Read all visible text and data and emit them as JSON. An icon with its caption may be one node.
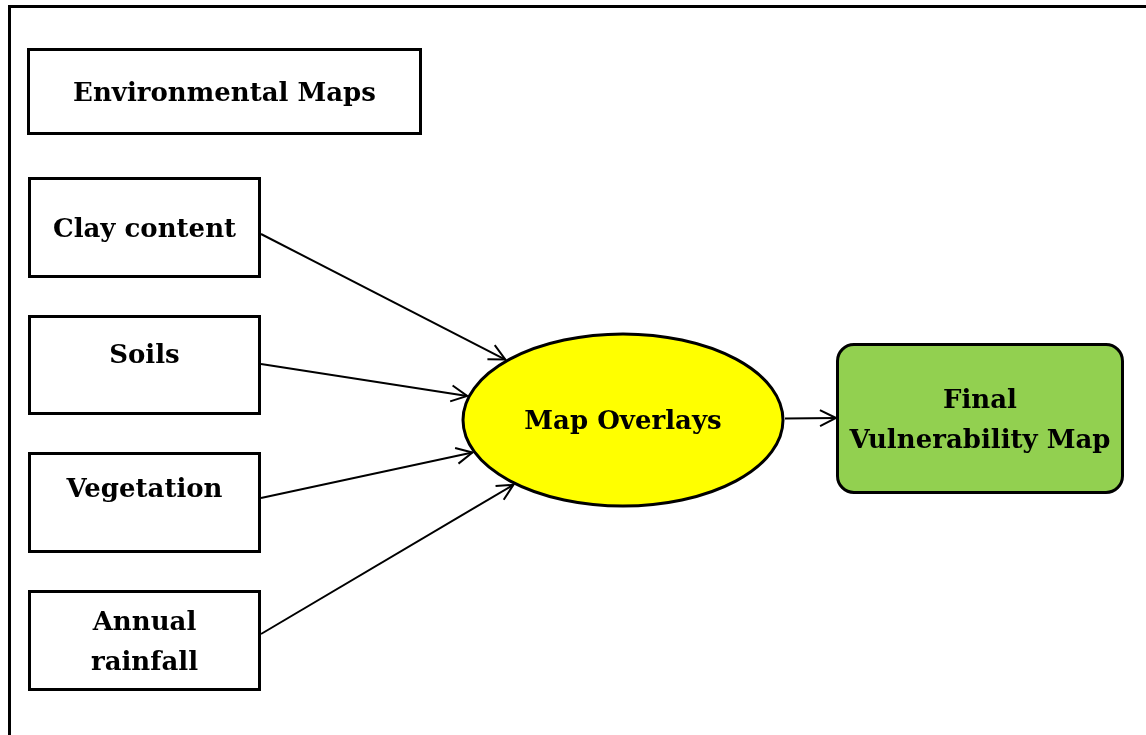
{
  "diagram": {
    "nodes": [
      {
        "text": [
          "Environmental Maps"
        ]
      },
      {
        "text": [
          "Clay content"
        ]
      },
      {
        "text": [
          "Soils"
        ]
      },
      {
        "text": [
          "Vegetation"
        ]
      },
      {
        "text": [
          "Annual rainfall"
        ]
      },
      {
        "text": [
          "Map Overlays"
        ]
      },
      {
        "text": [
          "Final Vulnerability Map"
        ]
      }
    ],
    "edges": [
      {
        "from": 1,
        "to": 5,
        "arrow": "to"
      },
      {
        "from": 2,
        "to": 5,
        "arrow": "to"
      },
      {
        "from": 3,
        "to": 5,
        "arrow": "to"
      },
      {
        "from": 4,
        "to": 5,
        "arrow": "to"
      },
      {
        "from": 5,
        "to": 6,
        "arrow": "to"
      }
    ]
  }
}
